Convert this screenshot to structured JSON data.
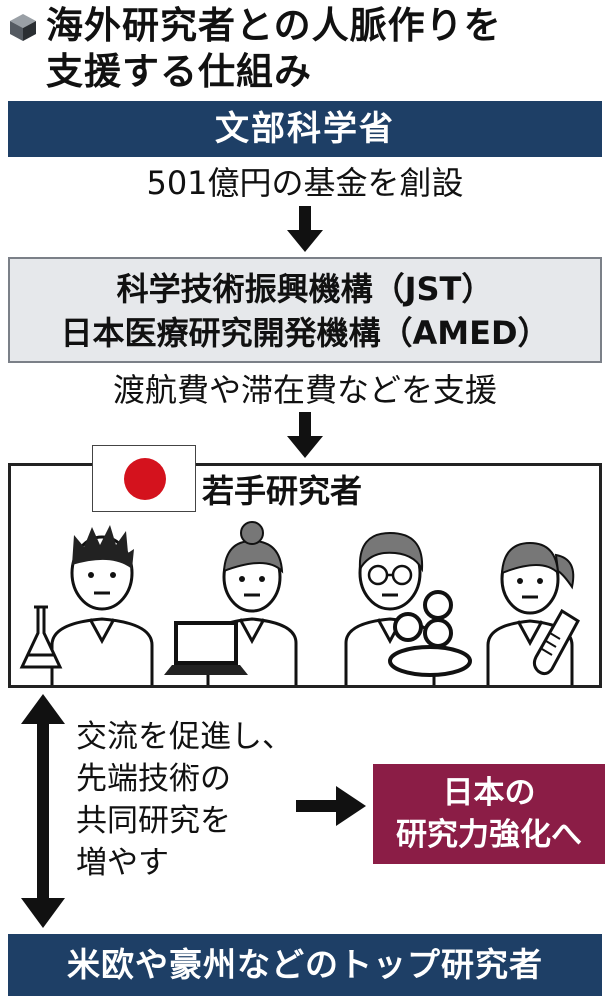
{
  "title": {
    "line1": "海外研究者との人脈作りを",
    "line2": "支援する仕組み"
  },
  "ministry": "文部科学省",
  "fund_caption": "501億円の基金を創設",
  "agencies": {
    "line1": "科学技術振興機構（JST）",
    "line2": "日本医療研究開発機構（AMED）"
  },
  "support_caption": "渡航費や滞在費などを支援",
  "young_researchers": {
    "label": "若手研究者"
  },
  "exchange": {
    "lines": [
      "交流を促進し、",
      "先端技術の",
      "共同研究を",
      "増やす"
    ]
  },
  "result": {
    "line1": "日本の",
    "line2": "研究力強化へ"
  },
  "top_researchers": "米欧や豪州などのトップ研究者",
  "colors": {
    "navy": "#1e3f66",
    "maroon": "#8b1d46",
    "gray_box": "#e6e8eb",
    "flag_red": "#d4121d"
  },
  "icons": [
    "cube-icon",
    "japan-flag-icon",
    "scientist-flask-icon",
    "scientist-laptop-icon",
    "scientist-petri-dish-icon",
    "scientist-test-tube-icon"
  ]
}
